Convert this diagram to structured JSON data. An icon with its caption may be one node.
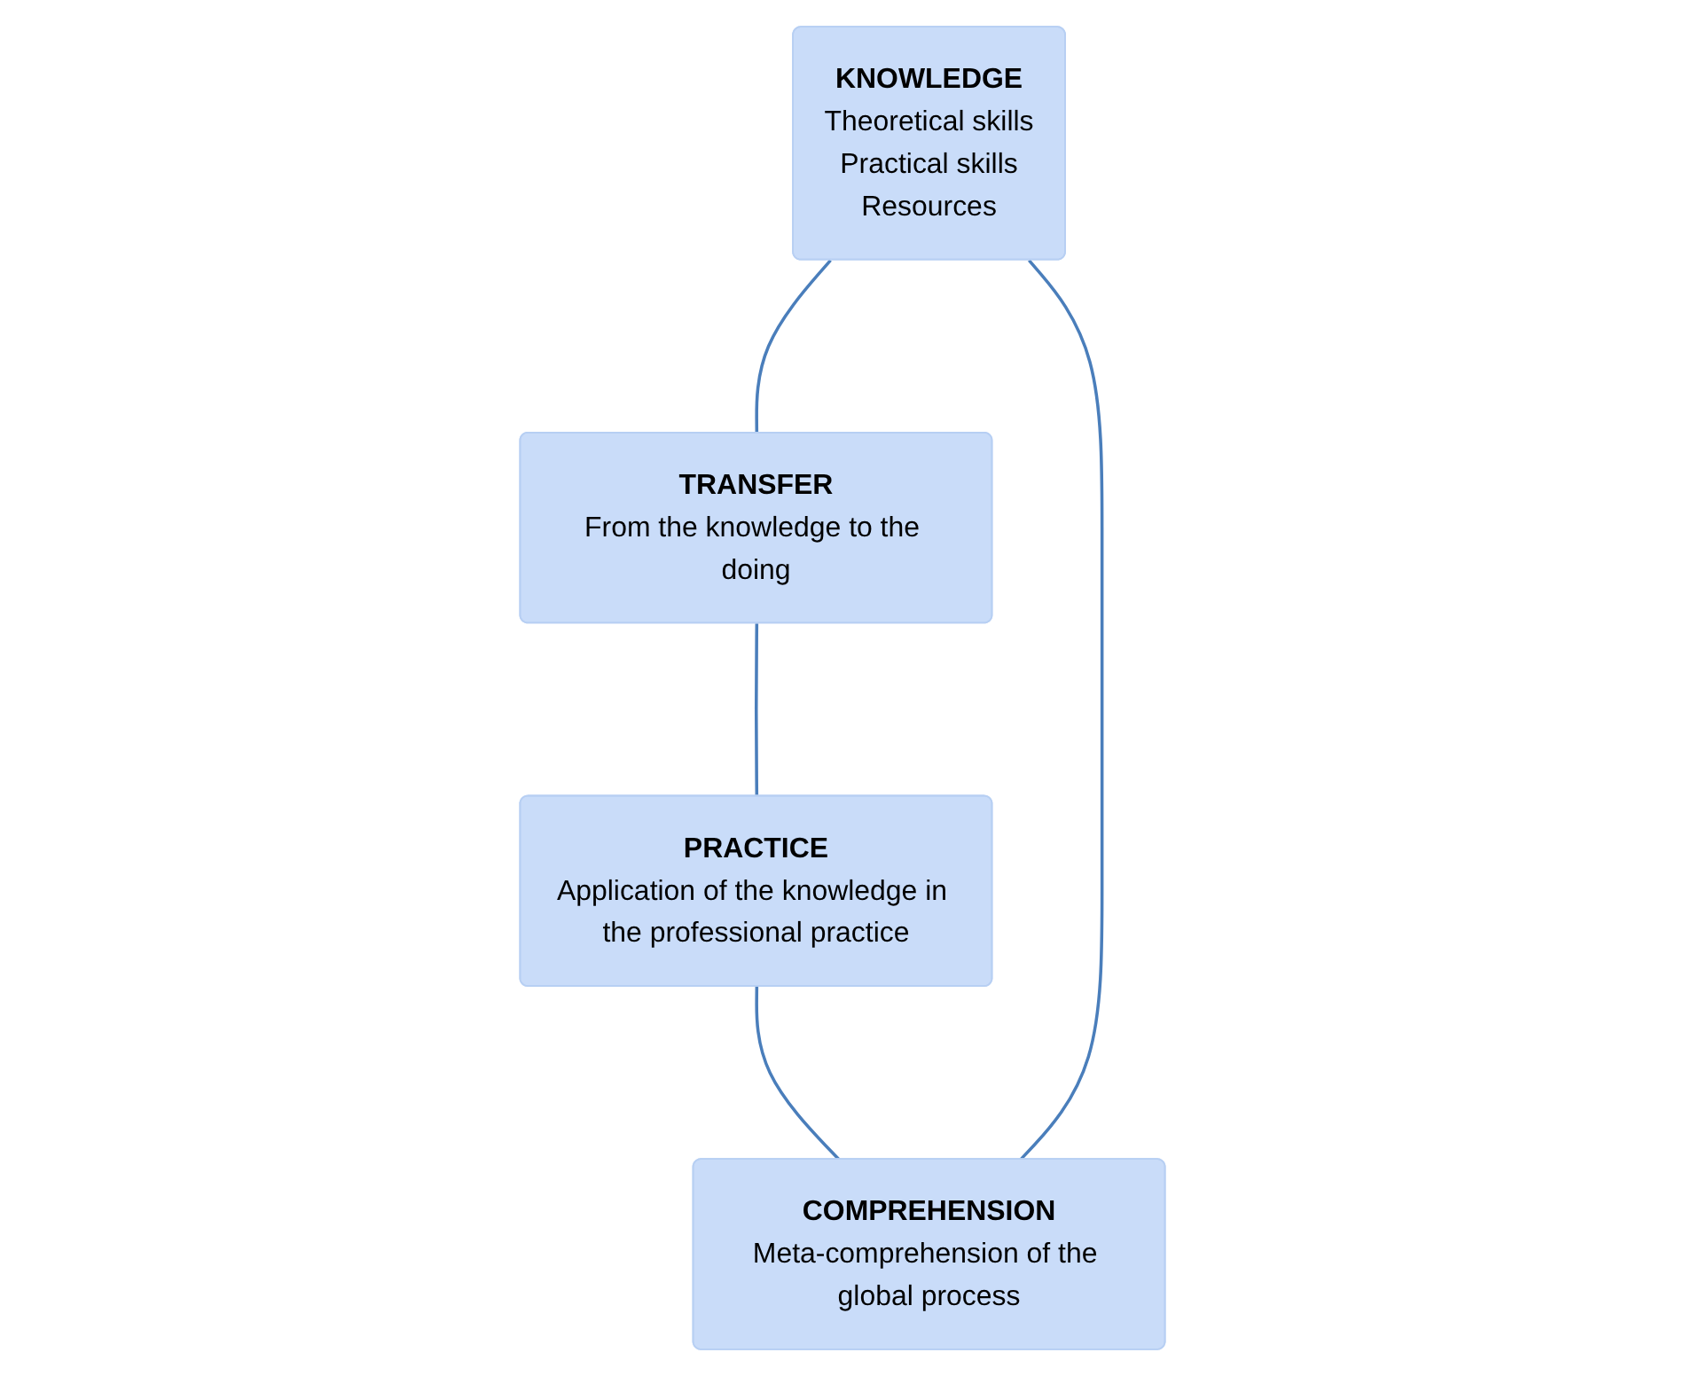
{
  "diagram": {
    "nodes": [
      {
        "text": [
          "KNOWLEDGE",
          "Theoretical skills",
          "Practical skills",
          "Resources"
        ]
      },
      {
        "text": [
          "TRANSFER",
          "From the knowledge to the doing"
        ]
      },
      {
        "text": [
          "COMPREHENSION",
          "Meta-comprehension of the global process"
        ]
      },
      {
        "text": [
          "PRACTICE",
          "Application of the knowledge in the professional practice"
        ]
      }
    ],
    "edges": [
      {
        "from": 0,
        "to": 1,
        "arrow": "none"
      },
      {
        "from": 1,
        "to": 3,
        "arrow": "none"
      },
      {
        "from": 3,
        "to": 2,
        "arrow": "none"
      },
      {
        "from": 2,
        "to": 0,
        "arrow": "none"
      }
    ]
  }
}
